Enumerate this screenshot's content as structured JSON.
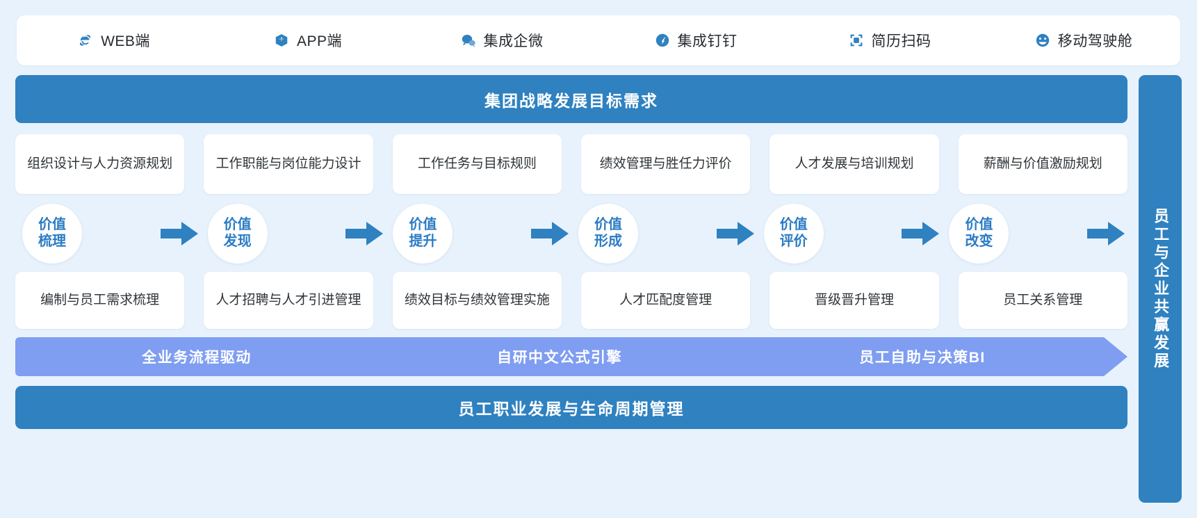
{
  "topbar": {
    "channels": [
      {
        "label": "WEB端",
        "icon": "ie-browser-icon"
      },
      {
        "label": "APP端",
        "icon": "app-cube-icon"
      },
      {
        "label": "集成企微",
        "icon": "wecom-chat-icon"
      },
      {
        "label": "集成钉钉",
        "icon": "dingtalk-icon"
      },
      {
        "label": "简历扫码",
        "icon": "qr-scan-icon"
      },
      {
        "label": "移动驾驶舱",
        "icon": "dashboard-gauge-icon"
      }
    ]
  },
  "header_band": {
    "title": "集团战略发展目标需求"
  },
  "top_cards": [
    {
      "label": "组织设计与人力资源规划"
    },
    {
      "label": "工作职能与岗位能力设计"
    },
    {
      "label": "工作任务与目标规则"
    },
    {
      "label": "绩效管理与胜任力评价"
    },
    {
      "label": "人才发展与培训规划"
    },
    {
      "label": "薪酬与价值激励规划"
    }
  ],
  "stages": [
    {
      "line1": "价值",
      "line2": "梳理"
    },
    {
      "line1": "价值",
      "line2": "发现"
    },
    {
      "line1": "价值",
      "line2": "提升"
    },
    {
      "line1": "价值",
      "line2": "形成"
    },
    {
      "line1": "价值",
      "line2": "评价"
    },
    {
      "line1": "价值",
      "line2": "改变"
    }
  ],
  "bottom_cards": [
    {
      "label": "编制与员工需求梳理"
    },
    {
      "label": "人才招聘与人才引进管理"
    },
    {
      "label": "绩效目标与绩效管理实施"
    },
    {
      "label": "人才匹配度管理"
    },
    {
      "label": "晋级晋升管理"
    },
    {
      "label": "员工关系管理"
    }
  ],
  "chevron_banner": {
    "items": [
      {
        "label": "全业务流程驱动"
      },
      {
        "label": "自研中文公式引擎"
      },
      {
        "label": "员工自助与决策BI"
      }
    ]
  },
  "footer_band": {
    "title": "员工职业发展与生命周期管理"
  },
  "side_panel": {
    "title": "员工与企业共赢发展"
  },
  "colors": {
    "page_background": "#e8f2fc",
    "band_blue": "#2f81c0",
    "chevron_blue": "#7f9ef2",
    "arrow_blue": "#2f81c0",
    "circle_text": "#2b7cc4",
    "card_text": "#2f3438",
    "card_background": "#ffffff"
  }
}
